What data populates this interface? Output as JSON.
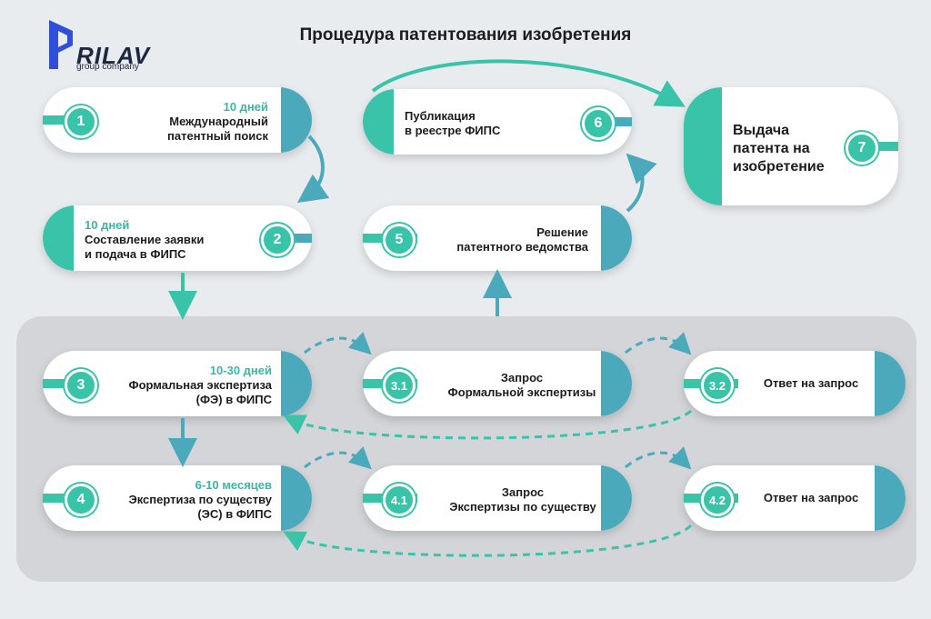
{
  "logo": {
    "name": "RILAV",
    "subtitle": "group company"
  },
  "title": "Процедура патентования изобретения",
  "steps": {
    "s1": {
      "num": "1",
      "duration": "10 дней",
      "line1": "Международный",
      "line2": "патентный поиск"
    },
    "s2": {
      "num": "2",
      "duration": "10 дней",
      "line1": "Составление заявки",
      "line2": "и подача в ФИПС"
    },
    "s3": {
      "num": "3",
      "duration": "10-30 дней",
      "line1": "Формальная экспертиза",
      "line2": "(ФЭ) в ФИПС"
    },
    "s31": {
      "num": "3.1",
      "line1": "Запрос",
      "line2": "Формальной экспертизы"
    },
    "s32": {
      "num": "3.2",
      "line1": "Ответ на запрос"
    },
    "s4": {
      "num": "4",
      "duration": "6-10 месяцев",
      "line1": "Экспертиза по существу",
      "line2": "(ЭС) в ФИПС"
    },
    "s41": {
      "num": "4.1",
      "line1": "Запрос",
      "line2": "Экспертизы по существу"
    },
    "s42": {
      "num": "4.2",
      "line1": "Ответ на запрос"
    },
    "s5": {
      "num": "5",
      "line1": "Решение",
      "line2": "патентного ведомства"
    },
    "s6": {
      "num": "6",
      "line1": "Публикация",
      "line2": "в реестре ФИПС"
    },
    "s7": {
      "num": "7",
      "line1": "Выдача",
      "line2": "патента на",
      "line3": "изобретение"
    }
  },
  "colors": {
    "green": "#39c4aa",
    "teal": "#4aa9ba",
    "panel": "#d3d5d8",
    "background": "#e9ecef"
  }
}
